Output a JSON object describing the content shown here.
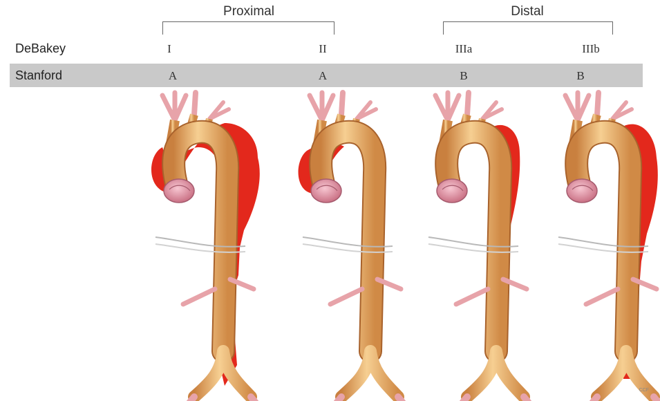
{
  "groups": {
    "proximal": "Proximal",
    "distal": "Distal"
  },
  "rows": {
    "debakey": "DeBakey",
    "stanford": "Stanford"
  },
  "columns": [
    {
      "debakey": "I",
      "stanford": "A"
    },
    {
      "debakey": "II",
      "stanford": "A"
    },
    {
      "debakey": "IIIa",
      "stanford": "B"
    },
    {
      "debakey": "IIIb",
      "stanford": "B"
    }
  ],
  "colors": {
    "aorta": "#e6a15a",
    "aorta_highlight": "#f6cf92",
    "aorta_outline": "#a8622c",
    "dissection": "#e3281c",
    "branch": "#e7a3a9",
    "valve": "#e9a0b0",
    "band": "#c9c9c9"
  },
  "icons": [
    "aorta-illustration",
    "false-lumen",
    "valve",
    "branch-vessel"
  ],
  "credit": "CCF"
}
